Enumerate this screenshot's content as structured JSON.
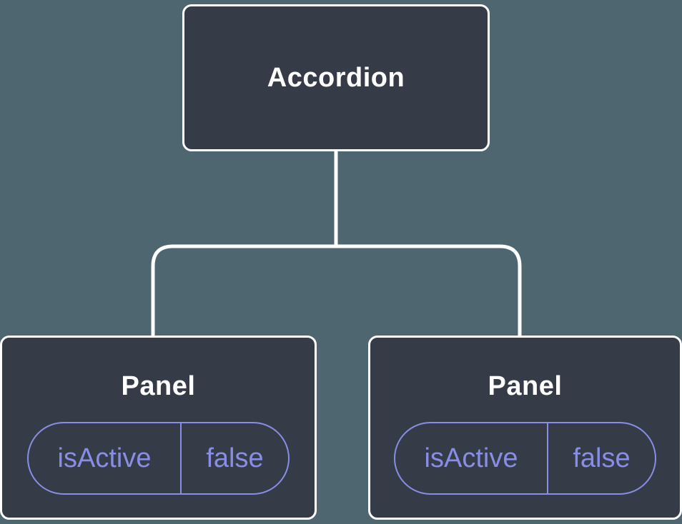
{
  "tree": {
    "root": {
      "label": "Accordion"
    },
    "children": [
      {
        "label": "Panel",
        "state": {
          "name": "isActive",
          "value": "false"
        }
      },
      {
        "label": "Panel",
        "state": {
          "name": "isActive",
          "value": "false"
        }
      }
    ]
  },
  "colors": {
    "background": "#4d6670",
    "node_fill": "#353b47",
    "node_border": "#ffffff",
    "connector": "#ffffff",
    "state_accent": "#888ee5"
  }
}
